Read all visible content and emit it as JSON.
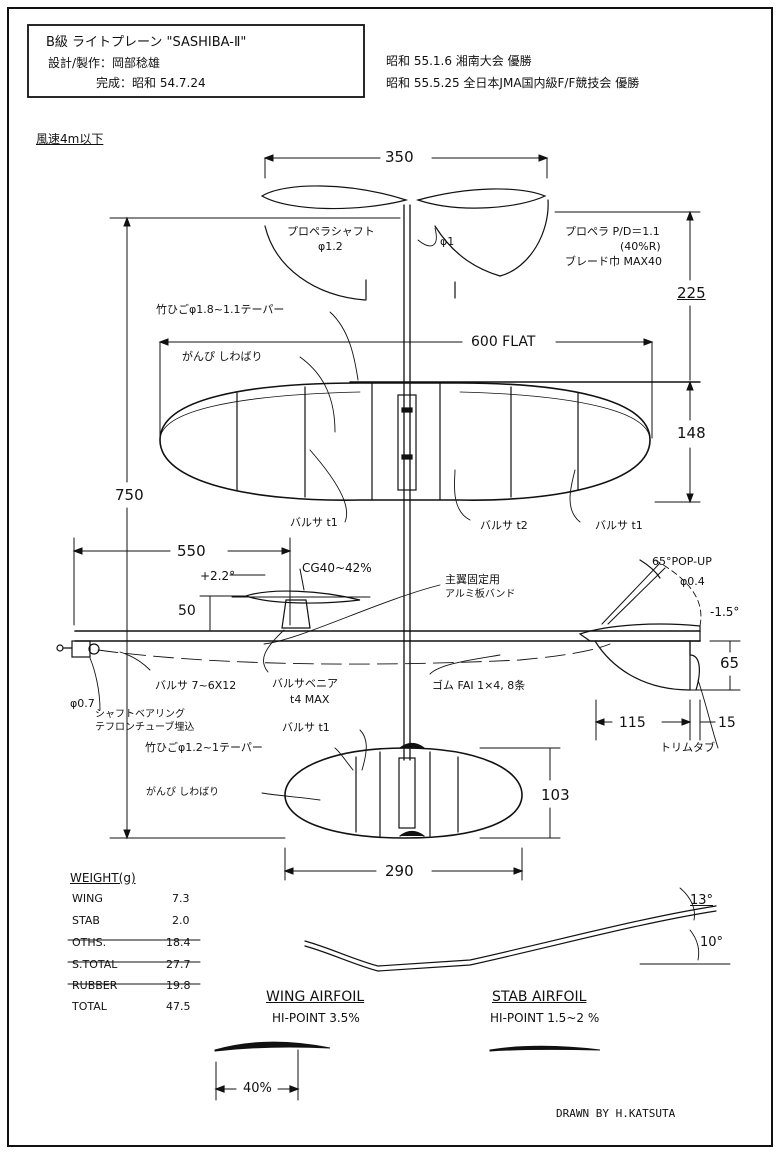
{
  "title_block": {
    "line1": "B級 ライトプレーン \"SASHIBA-Ⅱ\"",
    "line2": "設計/製作：岡部稔雄",
    "line3": "完成：昭和 54.7.24"
  },
  "records": [
    "昭和 55.1.6  湘南大会 優勝",
    "昭和 55.5.25 全日本JMA国内級F/F競技会 優勝"
  ],
  "wind_note": "風速4m以下",
  "dims": {
    "prop_span": "350",
    "prop_height": "225",
    "wing_span": "600 FLAT",
    "wing_chord": "148",
    "overall_length": "750",
    "nose_to_cg": "550",
    "cg": "CG40~42%",
    "incidence": "+2.2°",
    "pylon_height": "50",
    "popup": "65°POP-UP",
    "popup_wire": "φ0.4",
    "stab_neg": "-1.5°",
    "fin_height": "65",
    "fin_len": "115",
    "tab_len": "15",
    "stab_chord": "103",
    "stab_span": "290",
    "dihedral_tip": "13°",
    "dihedral_main": "10°",
    "airfoil_hp": "40%"
  },
  "labels": {
    "prop_shaft": "プロペラシャフト",
    "prop_shaft_dia": "φ1.2",
    "phi1": "φ1",
    "prop_pd": "プロペラ P/D＝1.1",
    "prop_pd2": "(40%R)",
    "blade_width": "ブレード巾 MAX40",
    "bamboo_wing": "竹ひごφ1.8~1.1テーパー",
    "gampi_wing": "がんぴ しわばり",
    "balsa_t1_left": "バルサ t1",
    "balsa_t2": "バルサ t2",
    "balsa_t1_right": "バルサ t1",
    "wing_mount": "主翼固定用",
    "wing_mount2": "アルミ板バンド",
    "balsa_stick": "バルサ 7~6X12",
    "balsa_veneer": "バルサベニア",
    "t4max": "t4 MAX",
    "rubber": "ゴム FAI 1×4, 8条",
    "phi07": "φ0.7",
    "bearing": "シャフトベアリング",
    "teflon": "テフロンチューブ埋込",
    "trim_tab": "トリムタブ",
    "balsa_t1_stab": "バルサ t1",
    "bamboo_stab": "竹ひごφ1.2~1テーパー",
    "gampi_stab": "がんぴ しわばり"
  },
  "weight": {
    "title": "WEIGHT(g)",
    "rows": [
      {
        "item": "WING",
        "value": "7.3"
      },
      {
        "item": "STAB",
        "value": "2.0"
      },
      {
        "item": "OTHS.",
        "value": "18.4"
      },
      {
        "item": "S.TOTAL",
        "value": "27.7"
      },
      {
        "item": "RUBBER",
        "value": "19.8"
      },
      {
        "item": "TOTAL",
        "value": "47.5"
      }
    ]
  },
  "airfoils": {
    "wing_title": "WING AIRFOIL",
    "wing_hp": "HI-POINT 3.5%",
    "stab_title": "STAB AIRFOIL",
    "stab_hp": "HI-POINT 1.5~2 %"
  },
  "credit": "DRAWN BY H.KATSUTA"
}
